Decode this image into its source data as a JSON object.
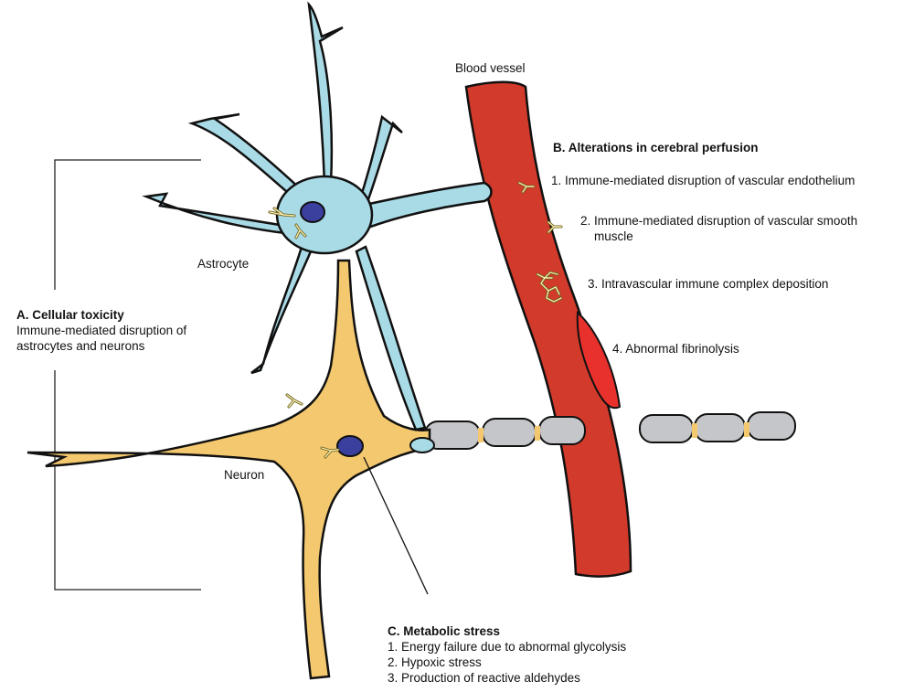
{
  "labels": {
    "blood_vessel": "Blood vessel",
    "astrocyte": "Astrocyte",
    "neuron": "Neuron"
  },
  "section_a": {
    "title": "A. Cellular toxicity",
    "lines": [
      "Immune-mediated disruption of",
      "astrocytes and neurons"
    ]
  },
  "section_b": {
    "title": "B. Alterations in cerebral perfusion",
    "items": [
      {
        "text": "1. Immune-mediated disruption of vascular endothelium"
      },
      {
        "text": "2. Immune-mediated disruption of vascular smooth",
        "cont": "muscle"
      },
      {
        "text": "3. Intravascular immune complex deposition"
      },
      {
        "text": "4. Abnormal fibrinolysis"
      }
    ]
  },
  "section_c": {
    "title": "C. Metabolic stress",
    "items": [
      "1. Energy failure due to abnormal glycolysis",
      "2. Hypoxic stress",
      "3. Production of reactive aldehydes"
    ]
  },
  "colors": {
    "astrocyte": "#a9dbe6",
    "neuron": "#f4c86e",
    "nucleus": "#3b3f9e",
    "vessel": "#d23a2b",
    "clot": "#e8312c",
    "axon_sheath": "#c4c6c9",
    "antibody": "#f3ecaa",
    "outline": "#111111"
  }
}
